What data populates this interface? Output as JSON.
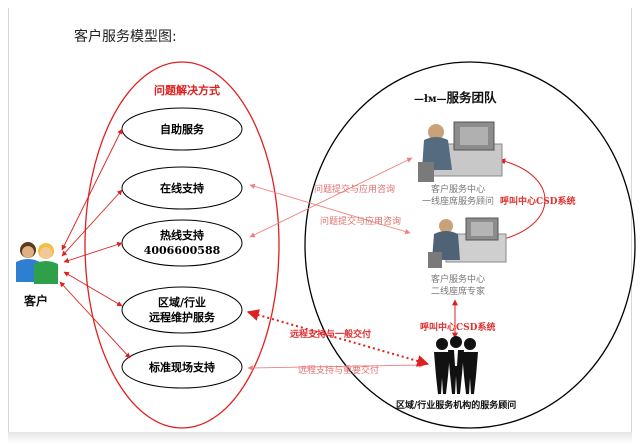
{
  "title": "客户服务模型图:",
  "customer": {
    "label": "客户",
    "icon": "customer-group-icon"
  },
  "methods_group": {
    "heading": "问题解决方式",
    "items": [
      {
        "id": "self",
        "lines": [
          "自助服务"
        ]
      },
      {
        "id": "online",
        "lines": [
          "在线支持"
        ]
      },
      {
        "id": "hotline",
        "lines": [
          "热线支持",
          "4006600588"
        ]
      },
      {
        "id": "remote",
        "lines": [
          "区域/行业",
          "远程维护服务"
        ]
      },
      {
        "id": "onsite",
        "lines": [
          "标准现场支持"
        ]
      }
    ]
  },
  "team_group": {
    "heading": "服务团队",
    "heading_prefix": "—łм—",
    "tier1": {
      "line1": "客户服务中心",
      "line2": "一线座席服务顾问",
      "icon": "service-agent-desk-icon"
    },
    "tier2": {
      "line1": "客户服务中心",
      "line2": "二线座席专家",
      "icon": "service-expert-desk-icon"
    },
    "regional": {
      "label": "区域/行业服务机构的服务顾问",
      "icon": "regional-consultants-icon"
    }
  },
  "links": {
    "consult1": "问题提交与应用咨询",
    "consult2": "问题提交与应用咨询",
    "csd1": "呼叫中心CSD系统",
    "csd2": "呼叫中心CSD系统",
    "remote_general": "远程支持与一般交付",
    "remote_important": "远程支持与重要交付"
  },
  "colors": {
    "red": "#e02020",
    "pink": "#f08080",
    "black": "#000000",
    "grey": "#777777"
  }
}
